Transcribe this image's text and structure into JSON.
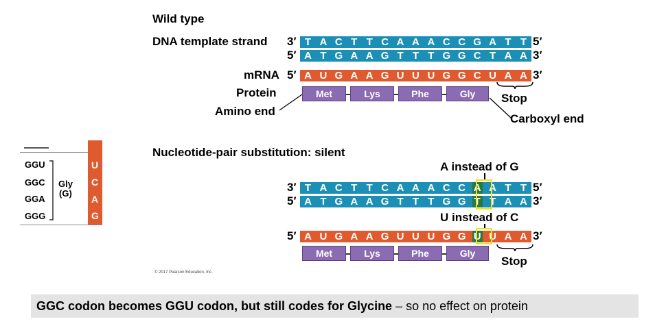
{
  "wild_type": {
    "title": "Wild type",
    "dna_template_label": "DNA template strand",
    "three_prime": "3′",
    "five_prime": "5′",
    "template_seq": [
      "T",
      "A",
      "C",
      "T",
      "T",
      "C",
      "A",
      "A",
      "A",
      "C",
      "C",
      "G",
      "A",
      "T",
      "T"
    ],
    "coding_seq": [
      "A",
      "T",
      "G",
      "A",
      "A",
      "G",
      "T",
      "T",
      "T",
      "G",
      "G",
      "C",
      "T",
      "A",
      "A"
    ],
    "mrna_label": "mRNA",
    "mrna_seq": [
      "A",
      "U",
      "G",
      "A",
      "A",
      "G",
      "U",
      "U",
      "U",
      "G",
      "G",
      "C",
      "U",
      "A",
      "A"
    ],
    "protein_label": "Protein",
    "amino_acids": [
      "Met",
      "Lys",
      "Phe",
      "Gly"
    ],
    "stop_label": "Stop",
    "amino_end_label": "Amino end",
    "carboxyl_end_label": "Carboxyl end"
  },
  "mutant": {
    "title": "Nucleotide-pair substitution: silent",
    "note_top": "A instead of G",
    "note_bottom": "U instead of C",
    "template_seq": [
      "T",
      "A",
      "C",
      "T",
      "T",
      "C",
      "A",
      "A",
      "A",
      "C",
      "C",
      "A",
      "A",
      "T",
      "T"
    ],
    "coding_seq": [
      "A",
      "T",
      "G",
      "A",
      "A",
      "G",
      "T",
      "T",
      "T",
      "G",
      "G",
      "T",
      "T",
      "A",
      "A"
    ],
    "mrna_seq": [
      "A",
      "U",
      "G",
      "A",
      "A",
      "G",
      "U",
      "U",
      "U",
      "G",
      "G",
      "U",
      "U",
      "A",
      "A"
    ],
    "amino_acids": [
      "Met",
      "Lys",
      "Phe",
      "Gly"
    ],
    "stop_label": "Stop"
  },
  "codon_table": {
    "codons": [
      "GGU",
      "GGC",
      "GGA",
      "GGG"
    ],
    "amino_acid": "Gly",
    "amino_acid_abbrev": "(G)",
    "third_bases": [
      "U",
      "C",
      "A",
      "G"
    ]
  },
  "copyright": "© 2017 Pearson Education, Inc.",
  "footer": {
    "bold_text": "GGC codon becomes GGU codon, but still codes for Glycine",
    "normal_text": " – so no effect on protein"
  },
  "colors": {
    "dna": "#1c8fb6",
    "mrna": "#e05a2f",
    "protein": "#8b6bb1",
    "highlight": "#f2e21a",
    "highlight_fill": "#2a7a3a"
  }
}
